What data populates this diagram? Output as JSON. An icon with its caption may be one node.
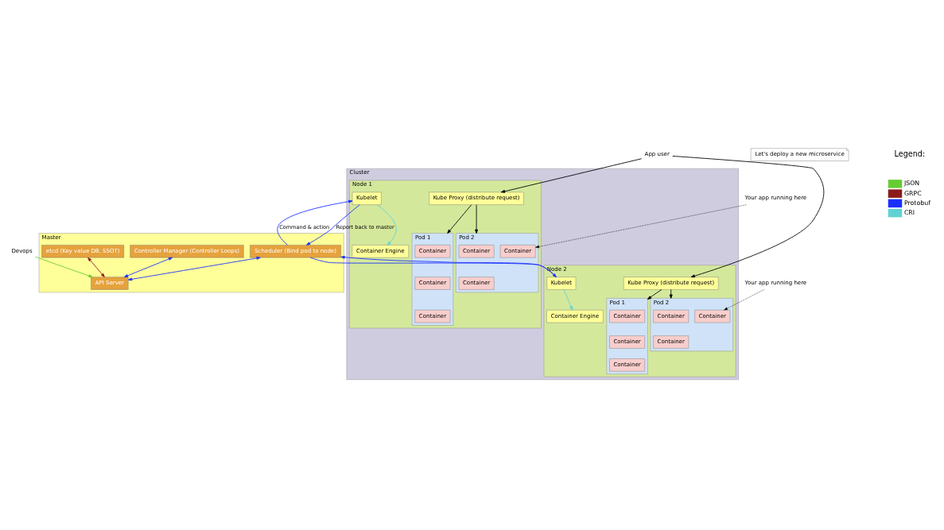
{
  "diagram": {
    "nodes": [
      {
        "text": [
          "Master"
        ]
      },
      {
        "text": [
          "etcd (Key value DB, SSOT)"
        ],
        "in": 0
      },
      {
        "text": [
          "Controller Manager (Controller Loops)"
        ],
        "in": 0
      },
      {
        "text": [
          "Scheduler (Bind pod to node)"
        ],
        "in": 0
      },
      {
        "text": [
          "API Server"
        ],
        "in": 0
      },
      {
        "text": [
          "Devops"
        ]
      },
      {
        "text": [
          "Let's deploy a new microservice"
        ]
      },
      {
        "text": [
          "Cluster"
        ]
      },
      {
        "text": [
          "Node 1"
        ],
        "in": 7
      },
      {
        "text": [
          "Kubelet"
        ],
        "in": 8
      },
      {
        "text": [
          "Container Engine"
        ],
        "in": 8
      },
      {
        "text": [
          "Kube Proxy (distribute request)"
        ],
        "in": 8
      },
      {
        "text": [
          "Pod 1"
        ],
        "in": 8
      },
      {
        "text": [
          "Container"
        ],
        "in": 12
      },
      {
        "text": [
          "Container"
        ],
        "in": 12
      },
      {
        "text": [
          "Container"
        ],
        "in": 12
      },
      {
        "text": [
          "Pod 2"
        ],
        "in": 8
      },
      {
        "text": [
          "Container"
        ],
        "in": 16
      },
      {
        "text": [
          "Container"
        ],
        "in": 16
      },
      {
        "text": [
          "Container"
        ],
        "in": 16
      },
      {
        "text": [
          "Node 2"
        ],
        "in": 7
      },
      {
        "text": [
          "Kubelet"
        ],
        "in": 20
      },
      {
        "text": [
          "Container Engine"
        ],
        "in": 20
      },
      {
        "text": [
          "Kube Proxy (distribute request)"
        ],
        "in": 20
      },
      {
        "text": [
          "Pod 1"
        ],
        "in": 20
      },
      {
        "text": [
          "Container"
        ],
        "in": 24
      },
      {
        "text": [
          "Container"
        ],
        "in": 24
      },
      {
        "text": [
          "Container"
        ],
        "in": 24
      },
      {
        "text": [
          "Pod 2"
        ],
        "in": 20
      },
      {
        "text": [
          "Container"
        ],
        "in": 28
      },
      {
        "text": [
          "Container"
        ],
        "in": 28
      },
      {
        "text": [
          "Container"
        ],
        "in": 28
      },
      {
        "text": [
          "Your app running here"
        ]
      },
      {
        "text": [
          "Your app running here"
        ]
      },
      {
        "text": [
          "App user"
        ]
      }
    ],
    "edges": [
      {
        "from": 1,
        "to": 4,
        "arrow": "both",
        "color": "#8b1a1a"
      },
      {
        "from": 2,
        "to": 4,
        "arrow": "both",
        "color": "#1a2fff"
      },
      {
        "from": 3,
        "to": 4,
        "arrow": "both",
        "color": "#1a2fff"
      },
      {
        "from": 5,
        "to": 4,
        "arrow": "to",
        "color": "#66cc33"
      },
      {
        "from": 3,
        "to": 9,
        "arrow": "to",
        "label": "Command & action",
        "color": "#1a2fff"
      },
      {
        "from": 9,
        "to": 3,
        "arrow": "to",
        "label": "Report back to master",
        "color": "#1a2fff"
      },
      {
        "from": 3,
        "to": 21,
        "arrow": "to",
        "color": "#1a2fff"
      },
      {
        "from": 21,
        "to": 3,
        "arrow": "to",
        "color": "#1a2fff"
      },
      {
        "from": 9,
        "to": 10,
        "arrow": "to",
        "color": "#5fd3d3"
      },
      {
        "from": 21,
        "to": 22,
        "arrow": "to",
        "color": "#5fd3d3"
      },
      {
        "from": 11,
        "to": 12,
        "arrow": "to"
      },
      {
        "from": 11,
        "to": 16,
        "arrow": "to"
      },
      {
        "from": 23,
        "to": 24,
        "arrow": "to"
      },
      {
        "from": 23,
        "to": 28,
        "arrow": "to"
      },
      {
        "from": 34,
        "to": 11,
        "arrow": "to"
      },
      {
        "from": 34,
        "to": 23,
        "arrow": "to"
      },
      {
        "from": 32,
        "to": 19,
        "arrow": "to",
        "style": "dashed"
      },
      {
        "from": 33,
        "to": 31,
        "arrow": "to",
        "style": "dashed"
      }
    ],
    "labels": [
      "Legend:"
    ],
    "legend": [
      {
        "text": "JSON",
        "color": "#66cc33"
      },
      {
        "text": "GRPC",
        "color": "#8b1a1a"
      },
      {
        "text": "Protobuf",
        "color": "#1a2fff"
      },
      {
        "text": "CRI",
        "color": "#5fd3d3"
      }
    ]
  }
}
